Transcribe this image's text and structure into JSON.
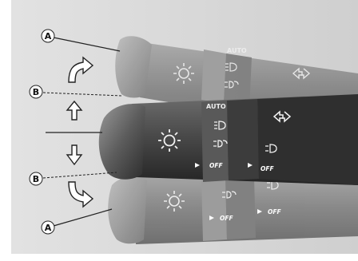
{
  "callouts": {
    "a_top": "A",
    "b_top": "B",
    "b_bottom": "B",
    "a_bottom": "A"
  },
  "stalk_labels": {
    "auto_upper": "AUTO",
    "auto_middle": "AUTO",
    "off_middle_1": "OFF",
    "off_middle_2": "OFF",
    "off_lower_1": "OFF",
    "off_lower_2": "OFF"
  },
  "icons": [
    "headlight-symbol-icon",
    "low-beam-icon",
    "parking-light-icon",
    "fog-light-icon",
    "turn-signal-arrows-icon",
    "curved-up-arrow-icon",
    "up-arrow-icon",
    "down-arrow-icon",
    "curved-down-arrow-icon"
  ],
  "colors": {
    "background": "#ffffff",
    "panel": "#d9d9d9",
    "stalk": "#5a5a5a",
    "stalk_dark": "#2f2f2f",
    "ghost_stalk": "#8a8a8a"
  }
}
